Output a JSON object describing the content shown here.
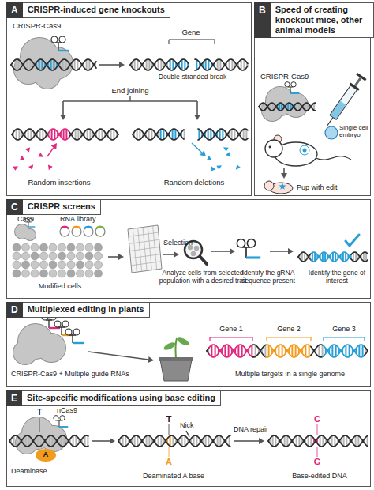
{
  "diagram": {
    "nodes": [
      {
        "text": [
          "A",
          "CRISPR-induced gene knockouts"
        ]
      },
      {
        "text": [
          "B",
          "Speed of creating knockout mice, other animal models"
        ]
      },
      {
        "text": [
          "C",
          "CRISPR screens"
        ]
      },
      {
        "text": [
          "D",
          "Multiplexed editing in plants"
        ]
      },
      {
        "text": [
          "E",
          "Site-specific modifications using base editing"
        ]
      }
    ],
    "labels": [
      "CRISPR-Cas9",
      "Gene",
      "Double-stranded break",
      "End joining",
      "Random insertions",
      "Random deletions",
      "CRISPR-Cas9",
      "Single cell embryo",
      "Pup with edit",
      "Cas9",
      "RNA library",
      "Modified cells",
      "Selection",
      "Analyze cells from selected population with a desired trait",
      "Identify the gRNA sequence present",
      "Identify the gene of interest",
      "CRISPR-Cas9 + Multiple guide RNAs",
      "Gene 1",
      "Gene 2",
      "Gene 3",
      "Multiple targets in a single genome",
      "T",
      "A",
      "nCas9",
      "Deaminase",
      "T",
      "Nick",
      "A",
      "Deaminated A base",
      "DNA repair",
      "C",
      "G",
      "Base-edited DNA"
    ]
  }
}
